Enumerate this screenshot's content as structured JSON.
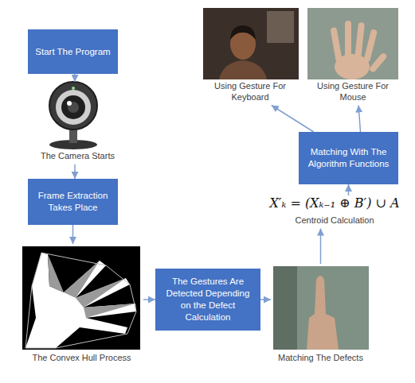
{
  "diagram": {
    "nodes": [
      {
        "text": [
          "Start The Program"
        ]
      },
      {
        "text": [
          "The Camera Starts"
        ]
      },
      {
        "text": [
          "Frame Extraction Takes Place"
        ]
      },
      {
        "text": [
          "The Convex Hull Process"
        ]
      },
      {
        "text": [
          "The Gestures Are Detected Depending on the Defect Calculation"
        ]
      },
      {
        "text": [
          "Matching The Defects"
        ]
      },
      {
        "text": [
          "X′ₖ = (Xₖ₋₁ ⊕ B′) ∪ A",
          "Centroid Calculation"
        ]
      },
      {
        "text": [
          "Matching With The Algorithm Functions"
        ]
      },
      {
        "text": [
          "Using Gesture For Keyboard"
        ]
      },
      {
        "text": [
          "Using Gesture For Mouse"
        ]
      }
    ],
    "edges": [
      {
        "from": 0,
        "to": 1,
        "arrow": "to"
      },
      {
        "from": 1,
        "to": 2,
        "arrow": "to"
      },
      {
        "from": 2,
        "to": 3,
        "arrow": "to"
      },
      {
        "from": 3,
        "to": 4,
        "arrow": "to"
      },
      {
        "from": 4,
        "to": 5,
        "arrow": "to"
      },
      {
        "from": 5,
        "to": 6,
        "arrow": "to"
      },
      {
        "from": 6,
        "to": 7,
        "arrow": "to"
      },
      {
        "from": 7,
        "to": 8,
        "arrow": "to"
      },
      {
        "from": 7,
        "to": 9,
        "arrow": "to"
      }
    ]
  }
}
